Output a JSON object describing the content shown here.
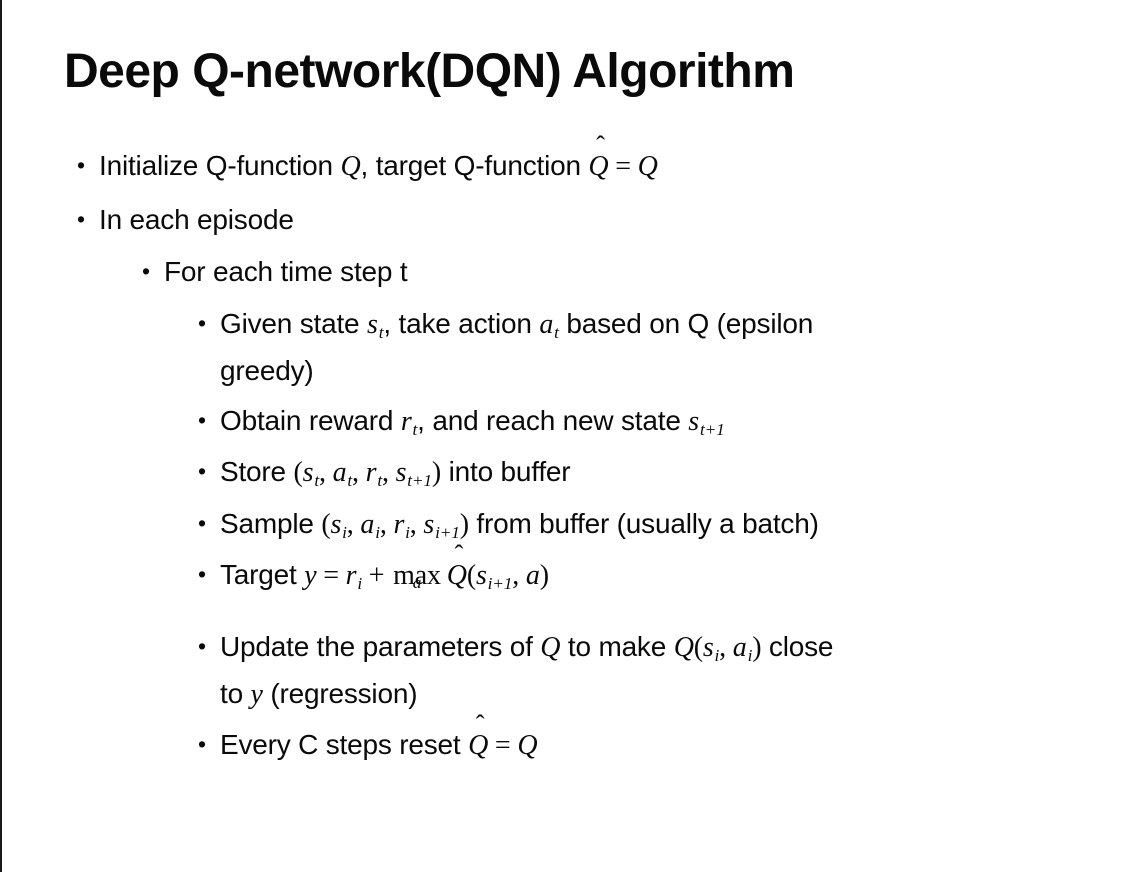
{
  "slide": {
    "title": "Deep Q-network(DQN) Algorithm",
    "text_color": "#0a0a0a",
    "background_color": "#ffffff",
    "border_color": "#1a1a1a",
    "bullet_glyph": "•",
    "bullets": [
      {
        "level": 1,
        "runs": [
          {
            "t": "text",
            "v": "Initialize Q-function "
          },
          {
            "t": "m",
            "v": "Q"
          },
          {
            "t": "text",
            "v": ", target Q-function "
          },
          {
            "t": "hat",
            "v": "Q"
          },
          {
            "t": "mr",
            "v": " = "
          },
          {
            "t": "m",
            "v": "Q"
          }
        ]
      },
      {
        "level": 1,
        "runs": [
          {
            "t": "text",
            "v": "In each episode"
          }
        ]
      },
      {
        "level": 2,
        "runs": [
          {
            "t": "text",
            "v": "For each time step t"
          }
        ]
      },
      {
        "level": 3,
        "runs": [
          {
            "t": "text",
            "v": "Given state "
          },
          {
            "t": "m",
            "v": "s"
          },
          {
            "t": "sub",
            "v": "t"
          },
          {
            "t": "text",
            "v": ", take action "
          },
          {
            "t": "m",
            "v": "a"
          },
          {
            "t": "sub",
            "v": "t"
          },
          {
            "t": "text",
            "v": " based on Q (epsilon"
          },
          {
            "t": "br"
          },
          {
            "t": "text",
            "v": "greedy)"
          }
        ]
      },
      {
        "level": 3,
        "runs": [
          {
            "t": "text",
            "v": "Obtain reward "
          },
          {
            "t": "m",
            "v": "r"
          },
          {
            "t": "sub",
            "v": "t"
          },
          {
            "t": "text",
            "v": ", and reach new state "
          },
          {
            "t": "m",
            "v": "s"
          },
          {
            "t": "sub",
            "v": "t+1"
          }
        ]
      },
      {
        "level": 3,
        "runs": [
          {
            "t": "text",
            "v": "Store "
          },
          {
            "t": "mr",
            "v": "("
          },
          {
            "t": "m",
            "v": "s"
          },
          {
            "t": "sub",
            "v": "t"
          },
          {
            "t": "mr",
            "v": ", "
          },
          {
            "t": "m",
            "v": "a"
          },
          {
            "t": "sub",
            "v": "t"
          },
          {
            "t": "mr",
            "v": ", "
          },
          {
            "t": "m",
            "v": "r"
          },
          {
            "t": "sub",
            "v": "t"
          },
          {
            "t": "mr",
            "v": ", "
          },
          {
            "t": "m",
            "v": "s"
          },
          {
            "t": "sub",
            "v": "t+1"
          },
          {
            "t": "mr",
            "v": ")"
          },
          {
            "t": "text",
            "v": " into buffer"
          }
        ]
      },
      {
        "level": 3,
        "runs": [
          {
            "t": "text",
            "v": "Sample "
          },
          {
            "t": "mr",
            "v": "("
          },
          {
            "t": "m",
            "v": "s"
          },
          {
            "t": "sub",
            "v": "i"
          },
          {
            "t": "mr",
            "v": ", "
          },
          {
            "t": "m",
            "v": "a"
          },
          {
            "t": "sub",
            "v": "i"
          },
          {
            "t": "mr",
            "v": ", "
          },
          {
            "t": "m",
            "v": "r"
          },
          {
            "t": "sub",
            "v": "i"
          },
          {
            "t": "mr",
            "v": ", "
          },
          {
            "t": "m",
            "v": "s"
          },
          {
            "t": "sub",
            "v": "i+1"
          },
          {
            "t": "mr",
            "v": ")"
          },
          {
            "t": "text",
            "v": " from buffer (usually a batch)"
          }
        ]
      },
      {
        "level": 3,
        "extra_space": true,
        "runs": [
          {
            "t": "text",
            "v": "Target "
          },
          {
            "t": "m",
            "v": "y"
          },
          {
            "t": "mr",
            "v": " = "
          },
          {
            "t": "m",
            "v": "r"
          },
          {
            "t": "sub",
            "v": "i"
          },
          {
            "t": "mr",
            "v": " + "
          },
          {
            "t": "munder",
            "base": "max",
            "under": "a"
          },
          {
            "t": "hat",
            "v": "Q"
          },
          {
            "t": "mr",
            "v": "("
          },
          {
            "t": "m",
            "v": "s"
          },
          {
            "t": "sub",
            "v": "i+1"
          },
          {
            "t": "mr",
            "v": ", "
          },
          {
            "t": "m",
            "v": "a"
          },
          {
            "t": "mr",
            "v": ")"
          }
        ]
      },
      {
        "level": 3,
        "runs": [
          {
            "t": "text",
            "v": "Update the parameters of "
          },
          {
            "t": "m",
            "v": "Q"
          },
          {
            "t": "text",
            "v": " to make "
          },
          {
            "t": "m",
            "v": "Q"
          },
          {
            "t": "mr",
            "v": "("
          },
          {
            "t": "m",
            "v": "s"
          },
          {
            "t": "sub",
            "v": "i"
          },
          {
            "t": "mr",
            "v": ", "
          },
          {
            "t": "m",
            "v": "a"
          },
          {
            "t": "sub",
            "v": "i"
          },
          {
            "t": "mr",
            "v": ")"
          },
          {
            "t": "text",
            "v": " close"
          },
          {
            "t": "br"
          },
          {
            "t": "text",
            "v": "to "
          },
          {
            "t": "m",
            "v": "y"
          },
          {
            "t": "text",
            "v": " (regression)"
          }
        ]
      },
      {
        "level": 3,
        "runs": [
          {
            "t": "text",
            "v": "Every C steps reset "
          },
          {
            "t": "hat",
            "v": "Q"
          },
          {
            "t": "mr",
            "v": " = "
          },
          {
            "t": "m",
            "v": "Q"
          }
        ]
      }
    ]
  }
}
